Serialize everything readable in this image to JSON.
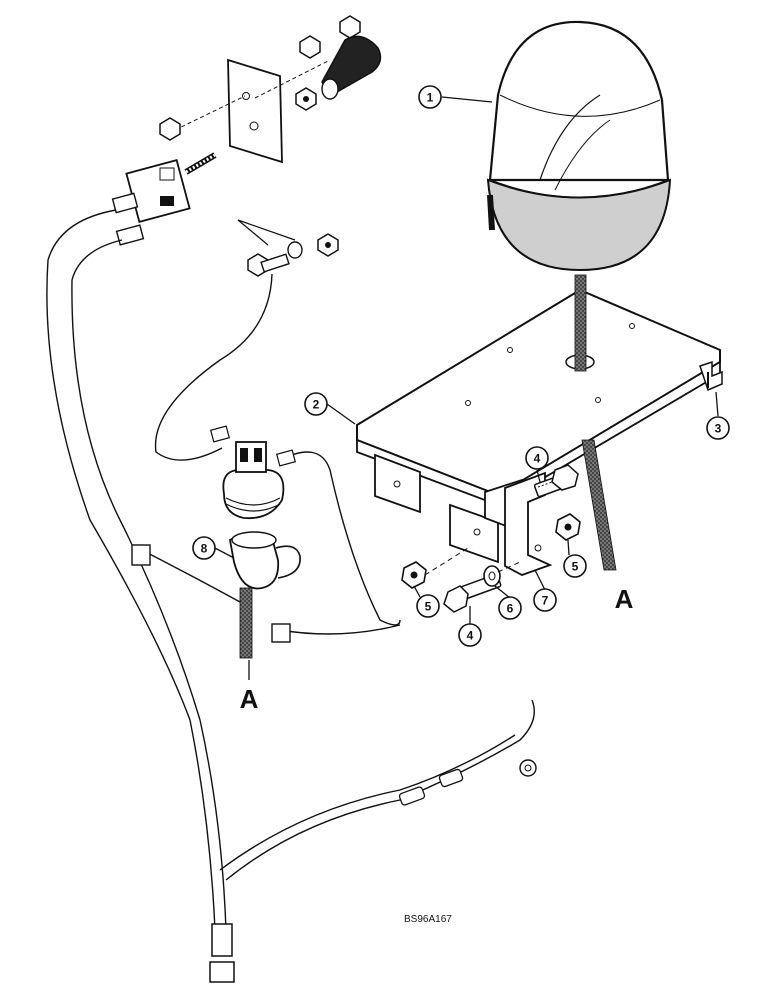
{
  "figure": {
    "reference_code": "BS96A167",
    "section_marker": "A"
  },
  "callouts": [
    {
      "id": "c1",
      "label": "1"
    },
    {
      "id": "c2",
      "label": "2"
    },
    {
      "id": "c3",
      "label": "3"
    },
    {
      "id": "c4a",
      "label": "4"
    },
    {
      "id": "c4b",
      "label": "4"
    },
    {
      "id": "c5a",
      "label": "5"
    },
    {
      "id": "c5b",
      "label": "5"
    },
    {
      "id": "c6",
      "label": "6"
    },
    {
      "id": "c7",
      "label": "7"
    },
    {
      "id": "c8",
      "label": "8"
    }
  ]
}
